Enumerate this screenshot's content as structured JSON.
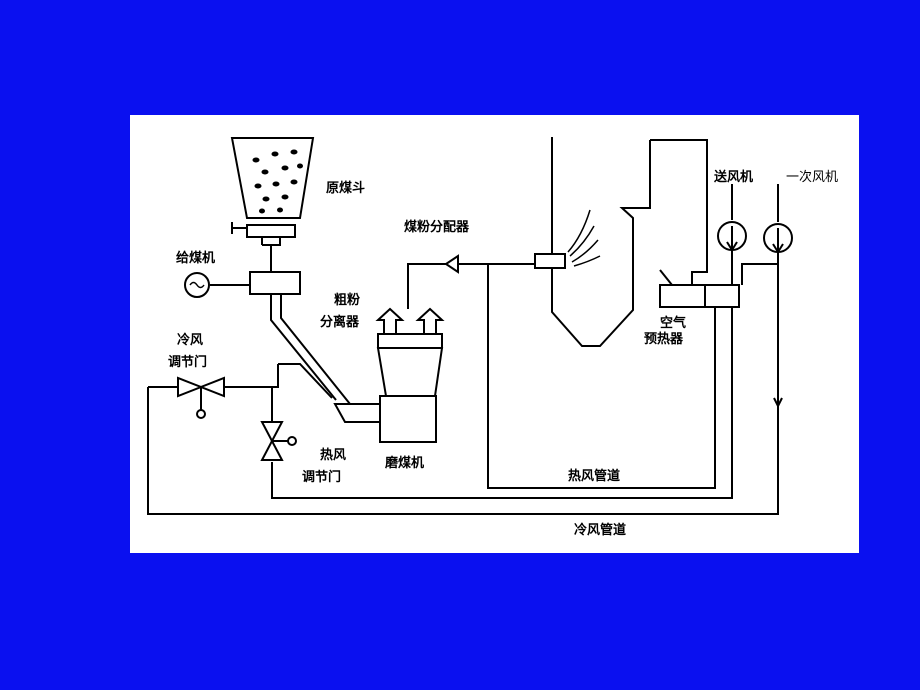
{
  "diagram": {
    "labels": {
      "raw_coal_bunker": "原煤斗",
      "coal_feeder": "给煤机",
      "coarse_separator_line1": "粗粉",
      "coarse_separator_line2": "分离器",
      "pulverized_coal_distributor": "煤粉分配器",
      "cold_air_damper_line1": "冷风",
      "cold_air_damper_line2": "调节门",
      "hot_air_damper_line1": "热风",
      "hot_air_damper_line2": "调节门",
      "coal_mill": "磨煤机",
      "hot_air_duct": "热风管道",
      "cold_air_duct": "冷风管道",
      "air_preheater_line1": "空气",
      "air_preheater_line2": "预热器",
      "forced_draft_fan": "送风机",
      "primary_air_fan": "一次风机"
    },
    "colors": {
      "slide_background": "#0a10f0",
      "panel_background": "#ffffff",
      "line": "#000000"
    },
    "icons": {
      "coal_feeder_motor": "motor-symbol-icon",
      "fan": "fan-symbol-icon",
      "damper": "butterfly-valve-icon"
    }
  }
}
